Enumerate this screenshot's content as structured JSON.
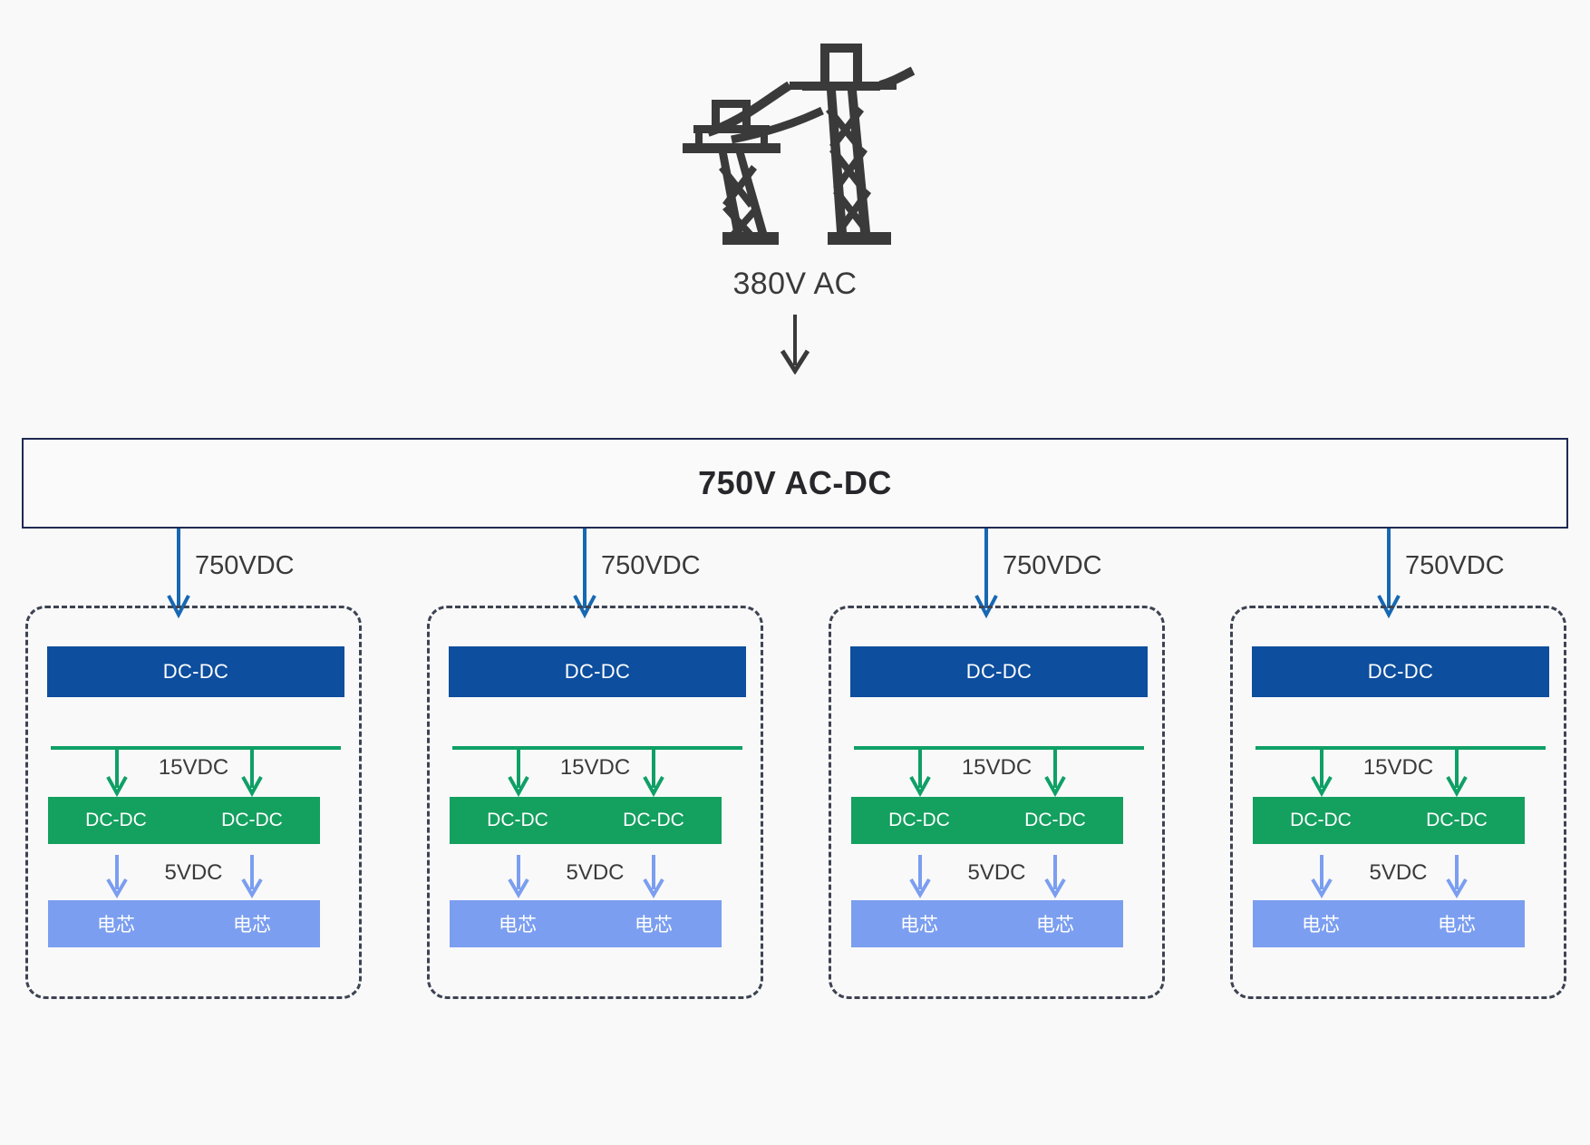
{
  "diagram": {
    "title": "Power distribution hierarchy",
    "background_color": "#f9f9f9",
    "source": {
      "icon": "transmission-tower-icon",
      "icon_color": "#3a3a3a",
      "label": "380V AC"
    },
    "converter_bar": {
      "label": "750V AC-DC",
      "border_color": "#1f2a52"
    },
    "feeder_label": "750VDC",
    "feeder_arrow_color": "#1668b3",
    "colors": {
      "hv_box": "#0d4e9e",
      "lv_box": "#14a05f",
      "cell_box": "#7b9ef0",
      "bus": "#0fa066",
      "feeder_arrow": "#1668b3",
      "low_arrow": "#7b9ef0",
      "group_border": "#3d4352",
      "text_dark": "#3a3a3a"
    },
    "group_template": {
      "hv_converter_label": "DC-DC",
      "bus_label": "15VDC",
      "lv_converter_label": "DC-DC",
      "output_label": "5VDC",
      "cell_label": "电芯"
    },
    "groups": [
      {
        "feeder_label": "750VDC",
        "hv_converter": "DC-DC",
        "bus_label": "15VDC",
        "lv_converters": [
          "DC-DC",
          "DC-DC"
        ],
        "output_label": "5VDC",
        "cells": [
          "电芯",
          "电芯"
        ]
      },
      {
        "feeder_label": "750VDC",
        "hv_converter": "DC-DC",
        "bus_label": "15VDC",
        "lv_converters": [
          "DC-DC",
          "DC-DC"
        ],
        "output_label": "5VDC",
        "cells": [
          "电芯",
          "电芯"
        ]
      },
      {
        "feeder_label": "750VDC",
        "hv_converter": "DC-DC",
        "bus_label": "15VDC",
        "lv_converters": [
          "DC-DC",
          "DC-DC"
        ],
        "output_label": "5VDC",
        "cells": [
          "电芯",
          "电芯"
        ]
      },
      {
        "feeder_label": "750VDC",
        "hv_converter": "DC-DC",
        "bus_label": "15VDC",
        "lv_converters": [
          "DC-DC",
          "DC-DC"
        ],
        "output_label": "5VDC",
        "cells": [
          "电芯",
          "电芯"
        ]
      }
    ]
  }
}
